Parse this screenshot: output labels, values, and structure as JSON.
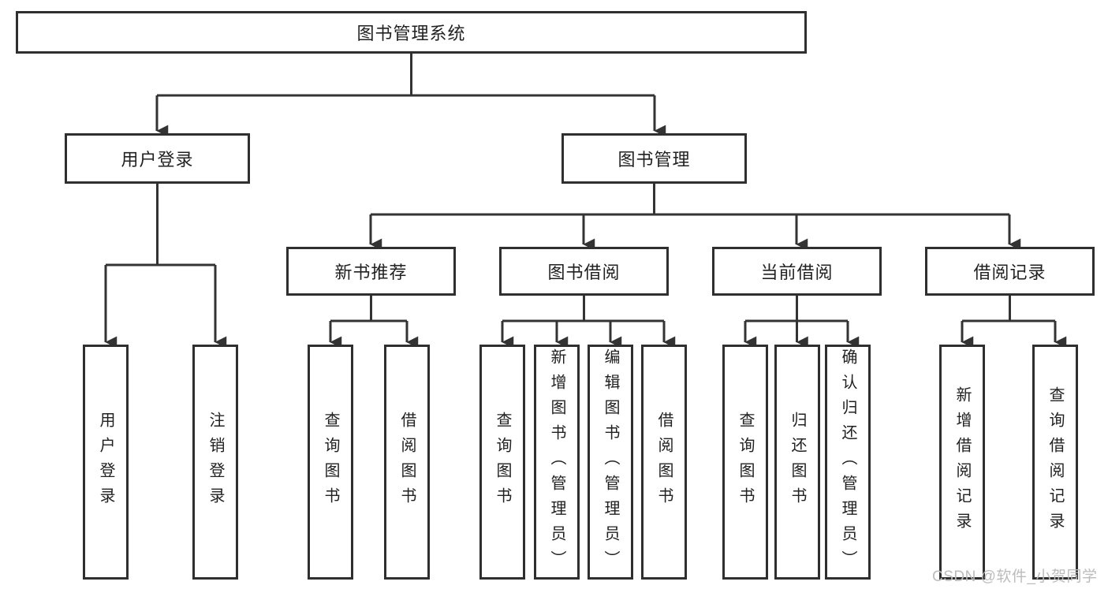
{
  "root": {
    "label": "图书管理系统"
  },
  "branches": {
    "user_login": {
      "label": "用户登录",
      "children": [
        {
          "label": "用户登录"
        },
        {
          "label": "注销登录"
        }
      ]
    },
    "book_management": {
      "label": "图书管理",
      "modules": {
        "new_book_recommend": {
          "label": "新书推荐",
          "children": [
            {
              "label": "查询图书"
            },
            {
              "label": "借阅图书"
            }
          ]
        },
        "book_borrow": {
          "label": "图书借阅",
          "children": [
            {
              "label": "查询图书"
            },
            {
              "label": "新增图书（管理员）"
            },
            {
              "label": "编辑图书（管理员）"
            },
            {
              "label": "借阅图书"
            }
          ]
        },
        "current_borrow": {
          "label": "当前借阅",
          "children": [
            {
              "label": "查询图书"
            },
            {
              "label": "归还图书"
            },
            {
              "label": "确认归还（管理员）"
            }
          ]
        },
        "borrow_records": {
          "label": "借阅记录",
          "children": [
            {
              "label": "新增借阅记录"
            },
            {
              "label": "查询借阅记录"
            }
          ]
        }
      }
    }
  },
  "watermark": {
    "text": "CSDN @软件_小贺同学"
  },
  "colors": {
    "line": "#333333",
    "box_border": "#2f2f2f",
    "text": "#212121",
    "background": "#ffffff",
    "watermark": "#bcbcbc"
  }
}
